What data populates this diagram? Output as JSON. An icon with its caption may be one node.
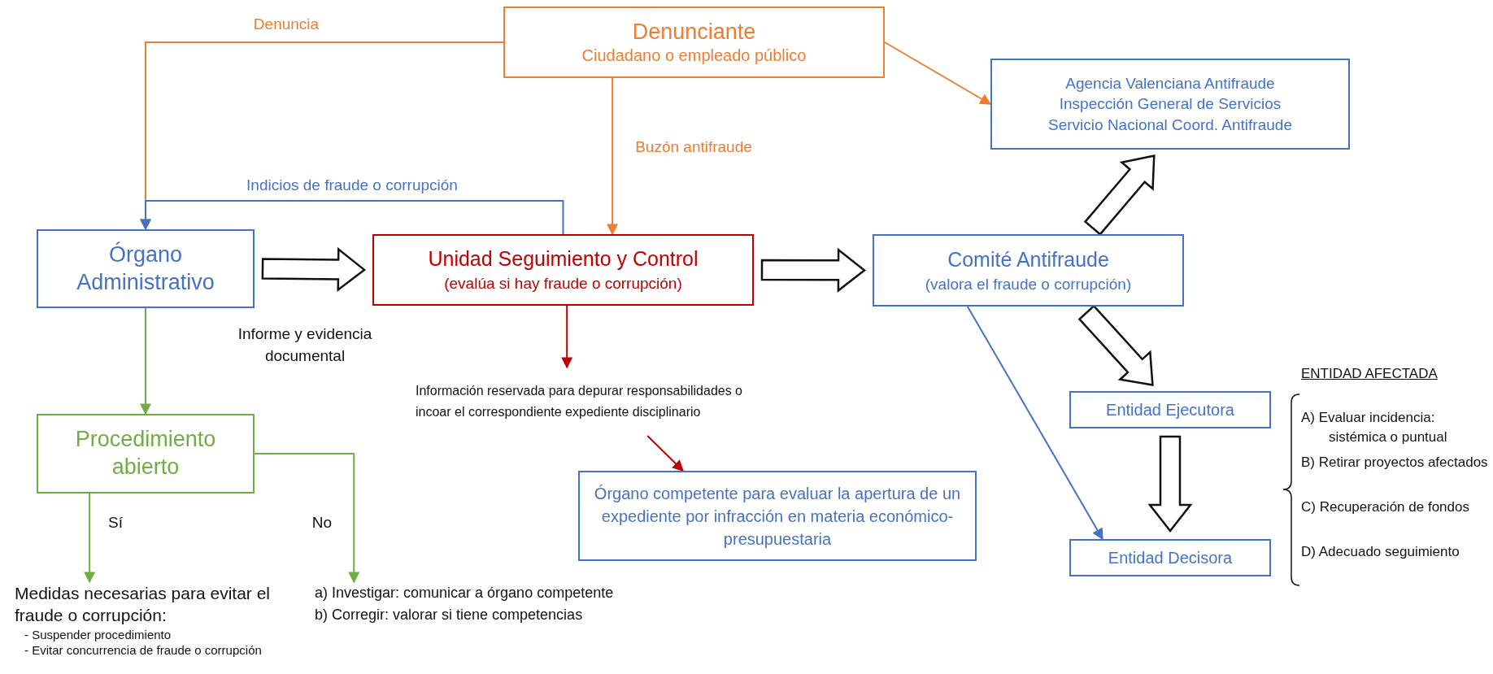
{
  "diagram": {
    "nodes": [
      {
        "text": [
          "Denunciante",
          "Ciudadano o empleado público"
        ]
      },
      {
        "text": [
          "Agencia Valenciana Antifraude",
          "Inspección General de Servicios",
          "Servicio Nacional Coord. Antifraude"
        ]
      },
      {
        "text": [
          "Órgano Administrativo"
        ]
      },
      {
        "text": [
          "Unidad Seguimiento y Control",
          "(evalúa si hay fraude o corrupción)"
        ]
      },
      {
        "text": [
          "Comité Antifraude",
          "(valora el fraude o corrupción)"
        ]
      },
      {
        "text": [
          "Información reservada para depurar responsabilidades o incoar el correspondiente expediente disciplinario"
        ]
      },
      {
        "text": [
          "Procedimiento abierto"
        ]
      },
      {
        "text": [
          "Entidad Ejecutora"
        ]
      },
      {
        "text": [
          "Órgano competente para evaluar la apertura de un expediente por infracción en materia económico-presupuestaria"
        ]
      },
      {
        "text": [
          "Entidad Decisora"
        ]
      },
      {
        "text": [
          "Medidas necesarias para evitar el fraude o corrupción:",
          "- Suspender procedimiento",
          "- Evitar concurrencia de fraude o corrupción"
        ]
      },
      {
        "text": [
          "a) Investigar: comunicar a órgano competente",
          "b) Corregir: valorar si tiene competencias"
        ]
      }
    ],
    "edges": [
      {
        "from": 0,
        "to": 2,
        "arrow": "to",
        "label": "Denuncia",
        "color": "#ed7d31"
      },
      {
        "from": 0,
        "to": 3,
        "arrow": "to",
        "label": "Buzón antifraude",
        "color": "#ed7d31"
      },
      {
        "from": 0,
        "to": 1,
        "arrow": "to",
        "color": "#ed7d31"
      },
      {
        "from": 3,
        "to": 2,
        "arrow": "to",
        "label": "Indicios de fraude o corrupción",
        "color": "#4472c4"
      },
      {
        "from": 2,
        "to": 3,
        "arrow": "to",
        "style": "thick"
      },
      {
        "from": 3,
        "to": 4,
        "arrow": "to",
        "style": "thick"
      },
      {
        "from": 4,
        "to": 1,
        "arrow": "to",
        "style": "thick"
      },
      {
        "from": 4,
        "to": 7,
        "arrow": "to",
        "style": "thick"
      },
      {
        "from": 7,
        "to": 9,
        "arrow": "to",
        "style": "thick"
      },
      {
        "from": 4,
        "to": 9,
        "arrow": "to",
        "color": "#4472c4"
      },
      {
        "from": 2,
        "to": 6,
        "arrow": "to",
        "color": "#70ad47"
      },
      {
        "from": 6,
        "to": 10,
        "arrow": "to",
        "label": "Sí",
        "color": "#70ad47"
      },
      {
        "from": 6,
        "to": 11,
        "arrow": "to",
        "label": "No",
        "color": "#70ad47"
      },
      {
        "from": 3,
        "to": 5,
        "arrow": "to",
        "color": "#c00000"
      },
      {
        "from": 5,
        "to": 8,
        "arrow": "to",
        "color": "#c00000"
      }
    ],
    "labels": [
      "Informe y evidencia documental",
      "ENTIDAD AFECTADA",
      "A) Evaluar incidencia: sistémica o puntual",
      "B) Retirar proyectos afectados",
      "C) Recuperación de fondos",
      "D) Adecuado seguimiento"
    ]
  }
}
